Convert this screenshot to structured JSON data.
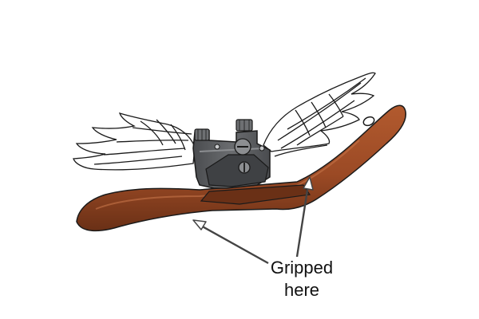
{
  "callout": {
    "line1": "Gripped",
    "line2": "here"
  },
  "colors": {
    "handle": "#9b4a25",
    "handle_dark": "#5e2a12",
    "blade_body": "#5b5d60",
    "blade_light": "#8c8e91",
    "wing": "#ffffff",
    "outline": "#1a1a1a",
    "arrow": "#444444"
  },
  "icons": {
    "tool": "spokeshave-illustration",
    "wings": "angel-wing-icon",
    "arrows": "pointer-arrow-icon"
  }
}
